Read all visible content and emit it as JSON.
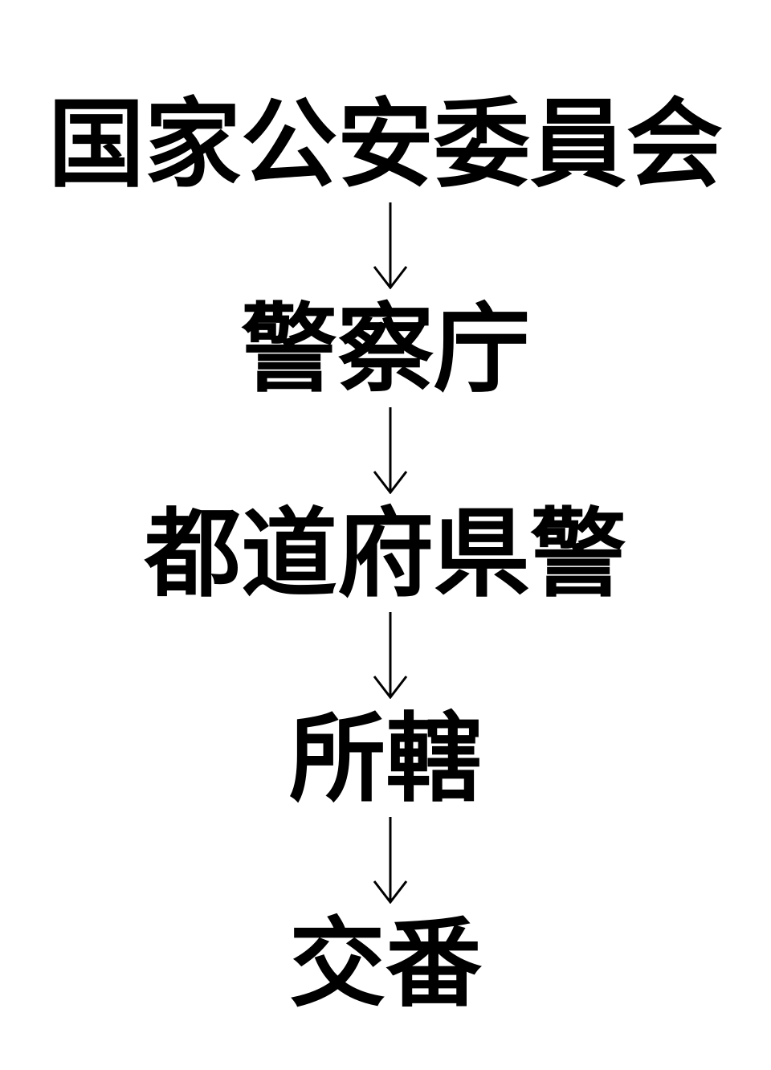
{
  "nodes": [
    {
      "label": "国家公安委員会"
    },
    {
      "label": "警察庁"
    },
    {
      "label": "都道府県警"
    },
    {
      "label": "所轄"
    },
    {
      "label": "交番"
    }
  ],
  "colors": {
    "text": "#000000",
    "background": "#ffffff",
    "arrow": "#000000"
  }
}
